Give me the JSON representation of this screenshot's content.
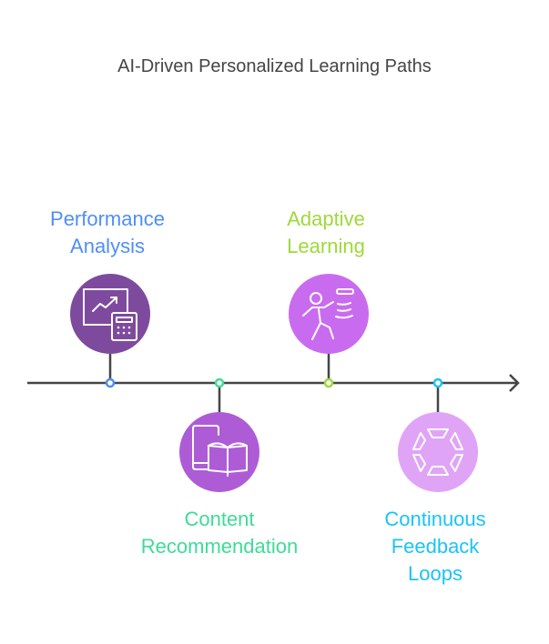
{
  "title": "AI-Driven Personalized Learning Paths",
  "steps": [
    {
      "label_lines": [
        "Performance",
        "Analysis"
      ],
      "icon": "chart-calculator-icon",
      "text_color": "#4E8EF7",
      "circle_color": "#7E4A9E"
    },
    {
      "label_lines": [
        "Content",
        "Recommendation"
      ],
      "icon": "phone-book-icon",
      "text_color": "#3DDC97",
      "circle_color": "#AD5CD6"
    },
    {
      "label_lines": [
        "Adaptive",
        "Learning"
      ],
      "icon": "person-moving-icon",
      "text_color": "#9ED93A",
      "circle_color": "#C96BEF"
    },
    {
      "label_lines": [
        "Continuous",
        "Feedback",
        "Loops"
      ],
      "icon": "hexagon-segments-icon",
      "text_color": "#1BC3F5",
      "circle_color": "#E0A4F7"
    }
  ],
  "axis_color": "#454545"
}
